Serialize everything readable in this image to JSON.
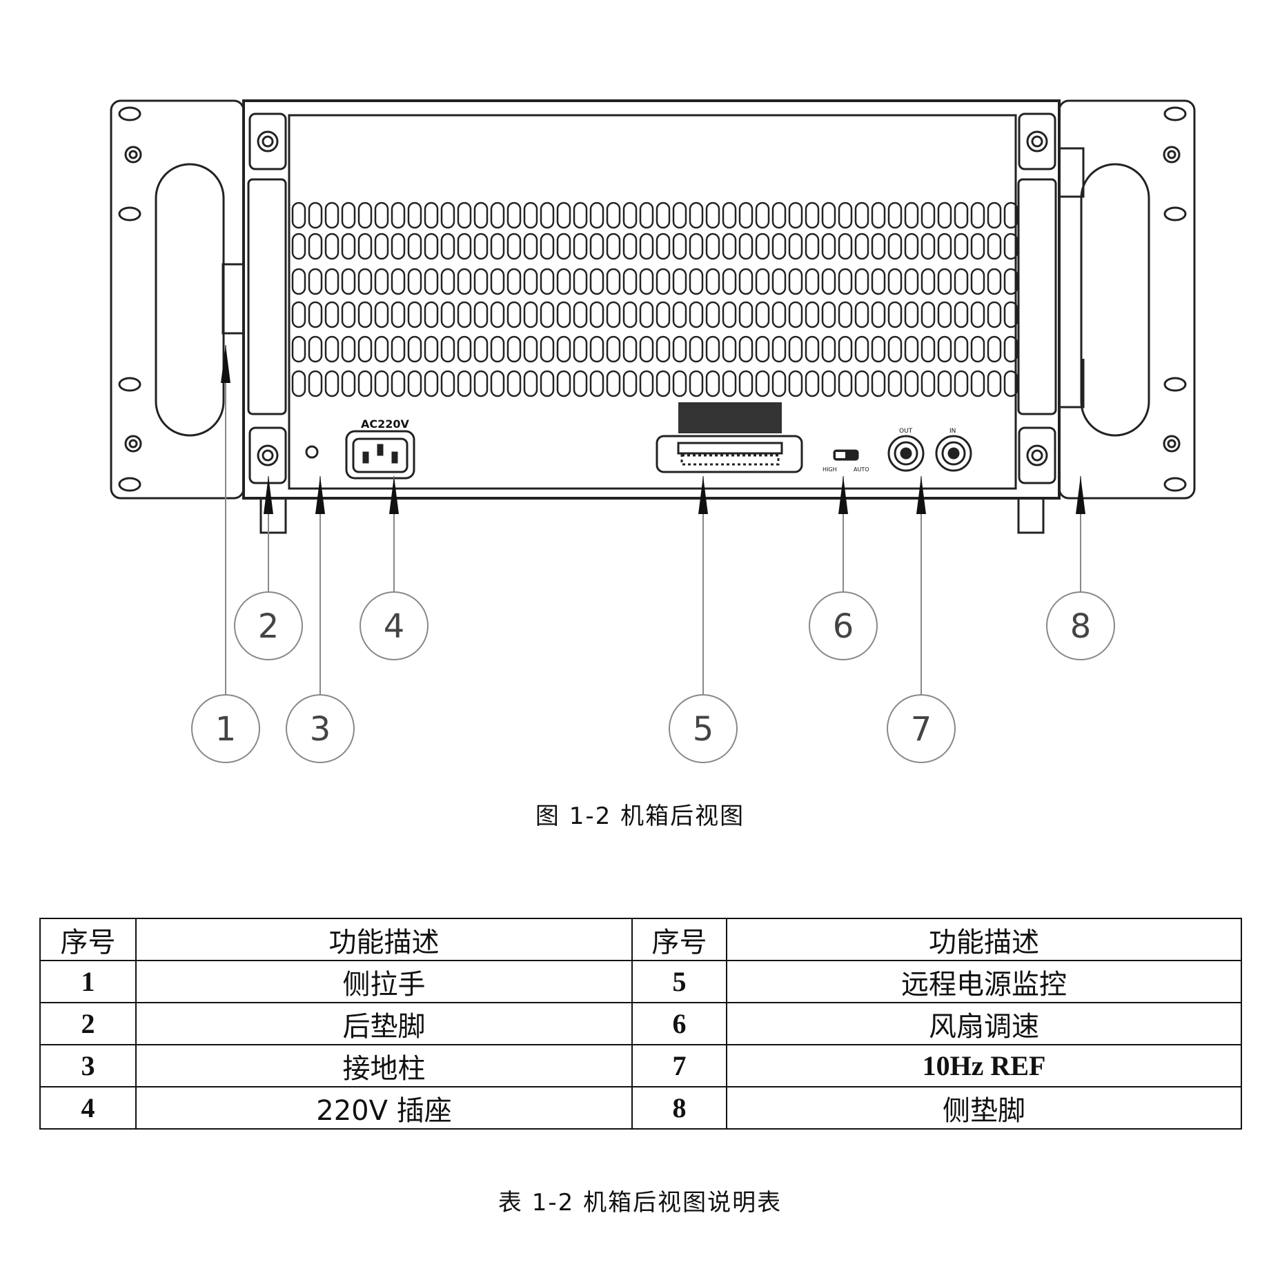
{
  "figure": {
    "caption": "图 1-2 机箱后视图",
    "panel_labels": {
      "power": "AC220V",
      "fan_high": "HIGH",
      "fan_auto": "AUTO",
      "ref_out": "OUT",
      "ref_in": "IN"
    },
    "callouts": [
      "1",
      "2",
      "3",
      "4",
      "5",
      "6",
      "7",
      "8"
    ]
  },
  "table": {
    "headers": [
      "序号",
      "功能描述",
      "序号",
      "功能描述"
    ],
    "rows": [
      [
        "1",
        "侧拉手",
        "5",
        "远程电源监控"
      ],
      [
        "2",
        "后垫脚",
        "6",
        "风扇调速"
      ],
      [
        "3",
        "接地柱",
        "7",
        "10Hz REF"
      ],
      [
        "4",
        "220V 插座",
        "8",
        "侧垫脚"
      ]
    ],
    "caption": "表 1-2 机箱后视图说明表"
  }
}
